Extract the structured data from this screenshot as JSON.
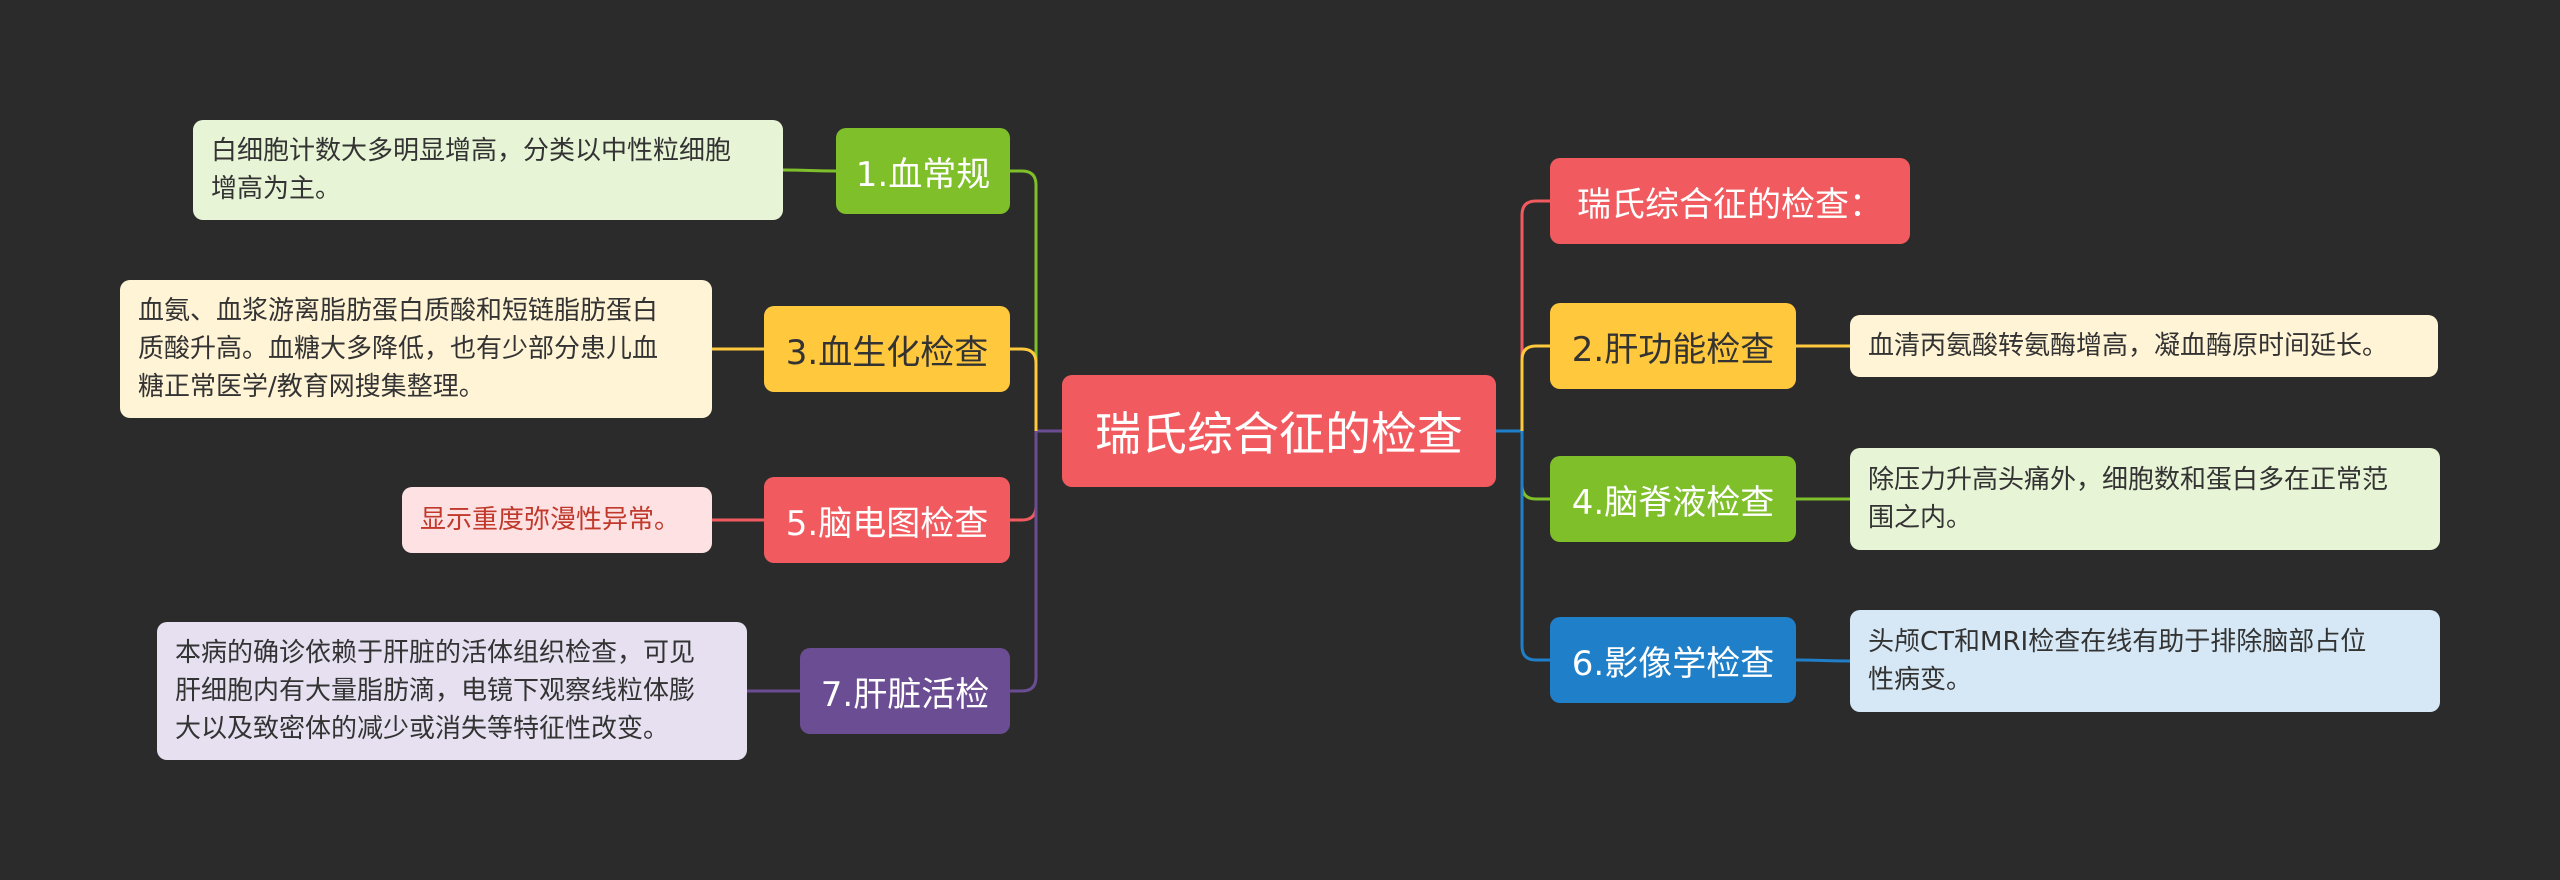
{
  "root": {
    "label": "瑞氏综合征的检查"
  },
  "branches": [
    {
      "label": "1.血常规",
      "color": "#7fbf2a",
      "text_color": "#ffffff"
    },
    {
      "label": "3.血生化检查",
      "color": "#ffc83d",
      "text_color": "#333333"
    },
    {
      "label": "5.脑电图检查",
      "color": "#f15b5f",
      "text_color": "#ffffff"
    },
    {
      "label": "7.肝脏活检",
      "color": "#6b4d93",
      "text_color": "#ffffff"
    },
    {
      "label": "瑞氏综合征的检查：",
      "color": "#f15b5f",
      "text_color": "#ffffff"
    },
    {
      "label": "2.肝功能检查",
      "color": "#ffc83d",
      "text_color": "#333333"
    },
    {
      "label": "4.脑脊液检查",
      "color": "#7fbf2a",
      "text_color": "#ffffff"
    },
    {
      "label": "6.影像学检查",
      "color": "#1f7fc8",
      "text_color": "#ffffff"
    }
  ],
  "leaves": [
    {
      "lines": [
        "白细胞计数大多明显增高，分类以中性粒细胞",
        "增高为主。"
      ],
      "bg": "#e8f4d6",
      "fg": "#333333"
    },
    {
      "lines": [
        "血氨、血浆游离脂肪蛋白质酸和短链脂肪蛋白",
        "质酸升高。血糖大多降低，也有少部分患儿血",
        "糖正常医学/教育网搜集整理。"
      ],
      "bg": "#fff4d6",
      "fg": "#333333"
    },
    {
      "lines": [
        "显示重度弥漫性异常。"
      ],
      "bg": "#fde1e3",
      "fg": "#c0392b"
    },
    {
      "lines": [
        "本病的确诊依赖于肝脏的活体组织检查，可见",
        "肝细胞内有大量脂肪滴，电镜下观察线粒体膨",
        "大以及致密体的减少或消失等特征性改变。"
      ],
      "bg": "#e6e0f0",
      "fg": "#333333"
    },
    {
      "lines": [
        "血清丙氨酸转氨酶增高，凝血酶原时间延长。"
      ],
      "bg": "#fff4d6",
      "fg": "#333333"
    },
    {
      "lines": [
        "除压力升高头痛外，细胞数和蛋白多在正常范",
        "围之内。"
      ],
      "bg": "#e8f4d6",
      "fg": "#333333"
    },
    {
      "lines": [
        "头颅CT和MRI检查在线有助于排除脑部占位",
        "性病变。"
      ],
      "bg": "#d6e8f5",
      "fg": "#333333"
    }
  ]
}
